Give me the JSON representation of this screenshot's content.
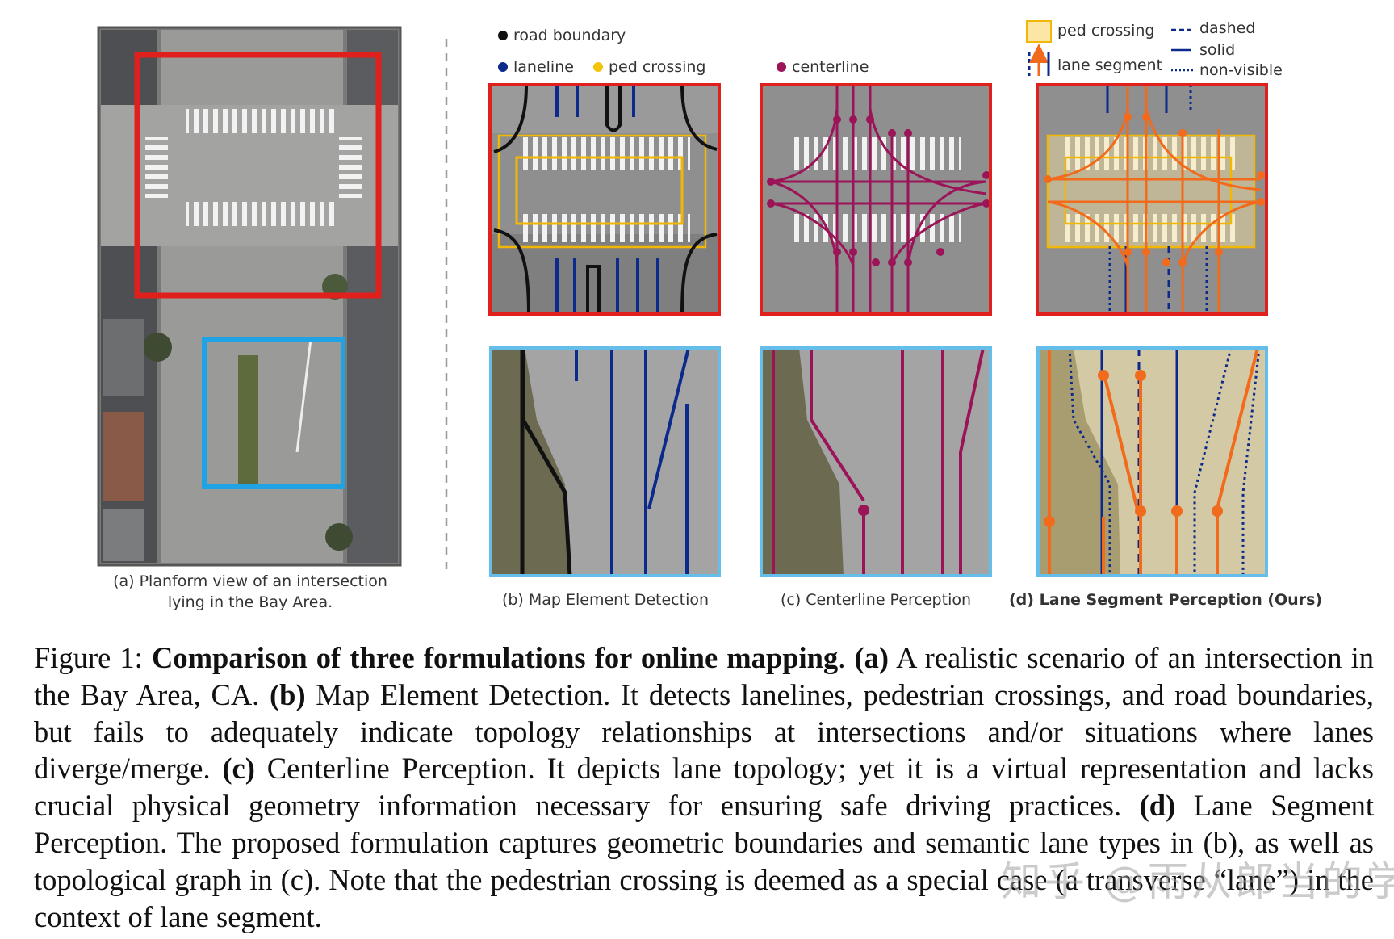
{
  "legend": {
    "road_boundary": "road boundary",
    "laneline": "laneline",
    "ped_crossing": "ped crossing",
    "centerline": "centerline",
    "ped_crossing_right": "ped crossing",
    "lane_segment": "lane segment",
    "dashed": "dashed",
    "solid": "solid",
    "non_visible": "non-visible"
  },
  "subcaptions": {
    "a_line1": "(a) Planform view of an intersection",
    "a_line2": "lying in the Bay Area.",
    "b": "(b) Map Element Detection",
    "c": "(c) Centerline Perception",
    "d": "(d) Lane Segment Perception (Ours)"
  },
  "caption": {
    "fig_label": "Figure 1: ",
    "title": "Comparison of three formulations for online mapping",
    "after_title": ". ",
    "a_label": "(a)",
    "a_text": " A realistic scenario of an intersection in the Bay Area, CA. ",
    "b_label": "(b)",
    "b_text": " Map Element Detection. It detects lanelines, pedestrian crossings, and road boundaries, but fails to adequately indicate topology relationships at intersections and/or situations where lanes diverge/merge. ",
    "c_label": "(c)",
    "c_text": " Centerline Perception. It depicts lane topology; yet it is a virtual representation and lacks crucial physical geometry information necessary for ensuring safe driving practices. ",
    "d_label": "(d)",
    "d_text": " Lane Segment Perception. The proposed formulation captures geometric boundaries and semantic lane types in (b), as well as topological graph in (c). Note that the pedestrian crossing is deemed as a special case (a transverse “lane”) in the context of lane segment."
  },
  "watermark": "知乎 @雨从郎当的学吧",
  "colors": {
    "road_boundary": "#111111",
    "laneline": "#0b2a8c",
    "ped_crossing": "#f2b705",
    "centerline": "#9c1458",
    "lane_segment": "#f26a1b",
    "red_frame": "#e0201c",
    "blue_frame": "#2aa6e8"
  }
}
